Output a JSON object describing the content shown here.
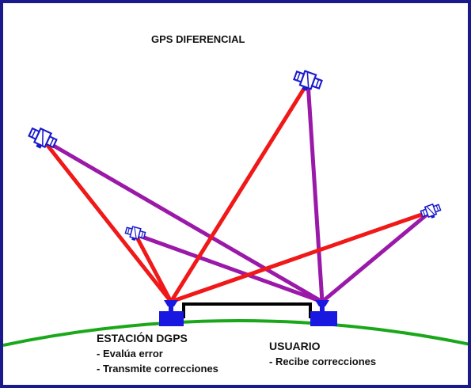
{
  "title": "GPS DIFERENCIAL",
  "station": {
    "label": "ESTACIÓN DGPS",
    "tasks": [
      "- Evalúa error",
      "- Transmite correcciones"
    ]
  },
  "user": {
    "label": "USUARIO",
    "tasks": [
      "- Recibe correcciones"
    ]
  },
  "colors": {
    "border": "#1a1a8c",
    "station_signal": "#f01818",
    "user_signal": "#9b19a8",
    "ground_arc": "#1aa81a",
    "receiver": "#1818e0",
    "link_cable": "#000000",
    "satellite": "#1a1acc"
  },
  "icons": [
    "satellite-icon",
    "receiver-icon"
  ]
}
